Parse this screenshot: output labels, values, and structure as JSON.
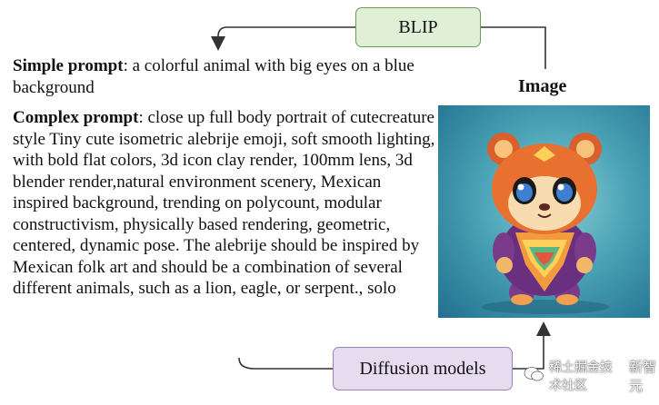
{
  "nodes": {
    "blip": "BLIP",
    "diffusion": "Diffusion models",
    "image_label": "Image"
  },
  "simple_prompt": {
    "label": "Simple prompt",
    "text": ": a colorful animal with big eyes on a blue background"
  },
  "complex_prompt": {
    "label": "Complex prompt",
    "text": ": close up full body portrait of cutecreature style Tiny cute isometric alebrije emoji, soft smooth lighting, with bold flat colors, 3d icon clay render, 100mm lens, 3d blender render,natural environment scenery, Mexican inspired background, trending on polycount, modular constructivism, physically based rendering, geometric, centered, dynamic pose. The alebrije should be inspired by Mexican folk art and should be a combination of several different animals, such as a lion, eagle, or serpent., solo"
  },
  "watermark": {
    "text": "稀土掘金技术社区",
    "brand": "新智元"
  },
  "colors": {
    "blip_fill": "#dff0d6",
    "diffusion_fill": "#e5dcef",
    "image_background": "#3f9bb2"
  }
}
